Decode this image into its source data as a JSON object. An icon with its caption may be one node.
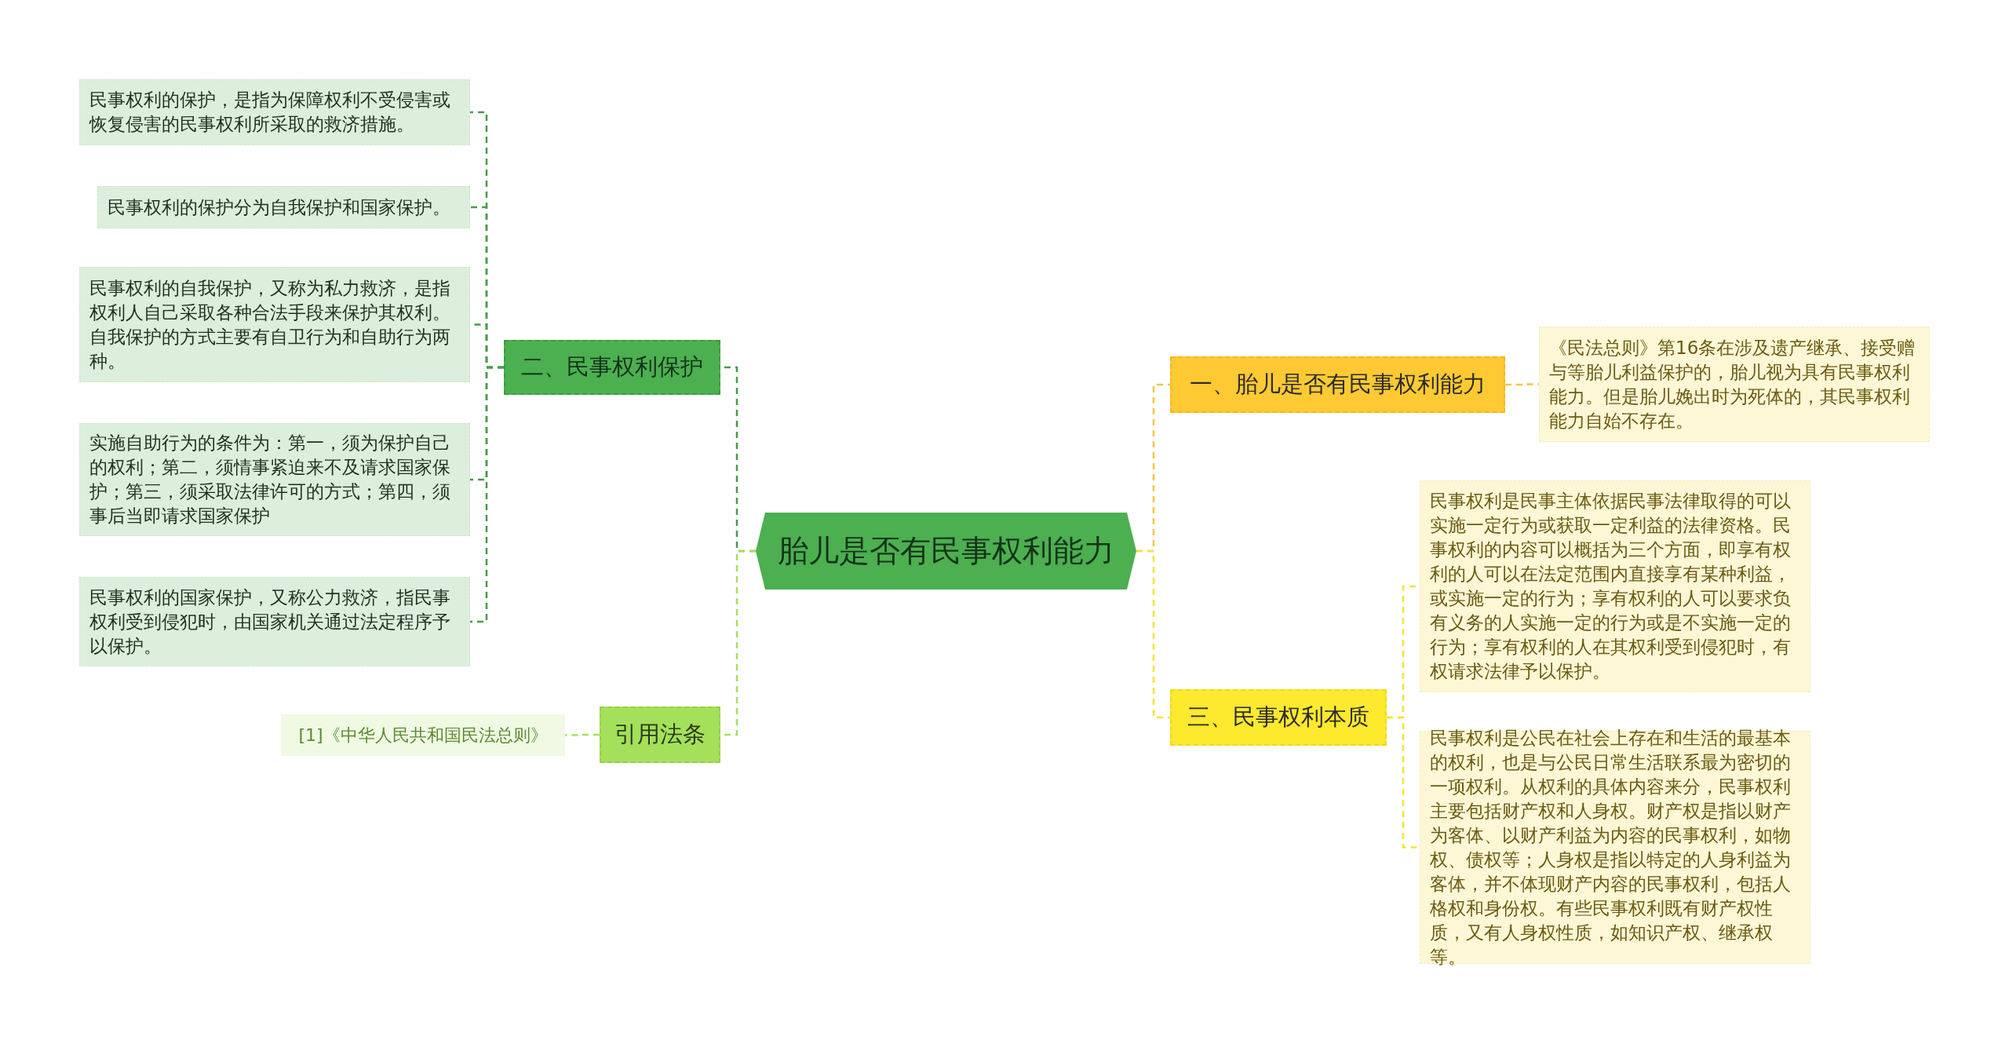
{
  "diagram": {
    "nodes": [
      {
        "text": [
          "胎儿是否有民事权利能力"
        ]
      },
      {
        "text": [
          "一、胎儿是否有民事权利能力"
        ]
      },
      {
        "text": [
          "《民法总则》第16条在涉及遗产继承、接受赠与等胎儿利益保护的，胎儿视为具有民事权利能力。但是胎儿娩出时为死体的，其民事权利能力自始不存在。"
        ]
      },
      {
        "text": [
          "三、民事权利本质"
        ]
      },
      {
        "text": [
          "民事权利是民事主体依据民事法律取得的可以实施一定行为或获取一定利益的法律资格。民事权利的内容可以概括为三个方面，即享有权利的人可以在法定范围内直接享有某种利益，或实施一定的行为；享有权利的人可以要求负有义务的人实施一定的行为或是不实施一定的行为；享有权利的人在其权利受到侵犯时，有权请求法律予以保护。"
        ]
      },
      {
        "text": [
          "民事权利是公民在社会上存在和生活的最基本的权利，也是与公民日常生活联系最为密切的一项权利。从权利的具体内容来分，民事权利主要包括财产权和人身权。财产权是指以财产为客体、以财产利益为内容的民事权利，如物权、债权等；人身权是指以特定的人身利益为客体，并不体现财产内容的民事权利，包括人格权和身份权。有些民事权利既有财产权性质，又有人身权性质，如知识产权、继承权等。"
        ]
      },
      {
        "text": [
          "二、民事权利保护"
        ]
      },
      {
        "text": [
          "民事权利的保护，是指为保障权利不受侵害或恢复侵害的民事权利所采取的救济措施。"
        ]
      },
      {
        "text": [
          "民事权利的保护分为自我保护和国家保护。"
        ]
      },
      {
        "text": [
          "民事权利的自我保护，又称为私力救济，是指权利人自己采取各种合法手段来保护其权利。自我保护的方式主要有自卫行为和自助行为两种。"
        ]
      },
      {
        "text": [
          "实施自助行为的条件为：第一，须为保护自己的权利；第二，须情事紧迫来不及请求国家保护；第三，须采取法律许可的方式；第四，须事后当即请求国家保护"
        ]
      },
      {
        "text": [
          "民事权利的国家保护，又称公力救济，指民事权利受到侵犯时，由国家机关通过法定程序予以保护。"
        ]
      },
      {
        "text": [
          "引用法条"
        ]
      },
      {
        "text": [
          "[1]《中华人民共和国民法总则》"
        ]
      }
    ],
    "edges": [
      {
        "from": 0,
        "to": 1,
        "arrow": "none",
        "style": "dashed",
        "color": "#f5c542"
      },
      {
        "from": 0,
        "to": 3,
        "arrow": "none",
        "style": "dashed",
        "color": "#f2e43a"
      },
      {
        "from": 1,
        "to": 2,
        "arrow": "none",
        "style": "dashed",
        "color": "#f5c542"
      },
      {
        "from": 3,
        "to": 4,
        "arrow": "none",
        "style": "dashed",
        "color": "#f2e43a"
      },
      {
        "from": 3,
        "to": 5,
        "arrow": "none",
        "style": "dashed",
        "color": "#f2e43a"
      },
      {
        "from": 0,
        "to": 6,
        "arrow": "none",
        "style": "dashed",
        "color": "#4a9a4a"
      },
      {
        "from": 0,
        "to": 12,
        "arrow": "none",
        "style": "dashed",
        "color": "#a5e05a"
      },
      {
        "from": 6,
        "to": 7,
        "arrow": "none",
        "style": "dashed",
        "color": "#4a9a4a"
      },
      {
        "from": 6,
        "to": 8,
        "arrow": "none",
        "style": "dashed",
        "color": "#4a9a4a"
      },
      {
        "from": 6,
        "to": 9,
        "arrow": "none",
        "style": "dashed",
        "color": "#4a9a4a"
      },
      {
        "from": 6,
        "to": 10,
        "arrow": "none",
        "style": "dashed",
        "color": "#4a9a4a"
      },
      {
        "from": 6,
        "to": 11,
        "arrow": "none",
        "style": "dashed",
        "color": "#4a9a4a"
      },
      {
        "from": 12,
        "to": 13,
        "arrow": "none",
        "style": "dashed",
        "color": "#a5e05a"
      }
    ]
  }
}
